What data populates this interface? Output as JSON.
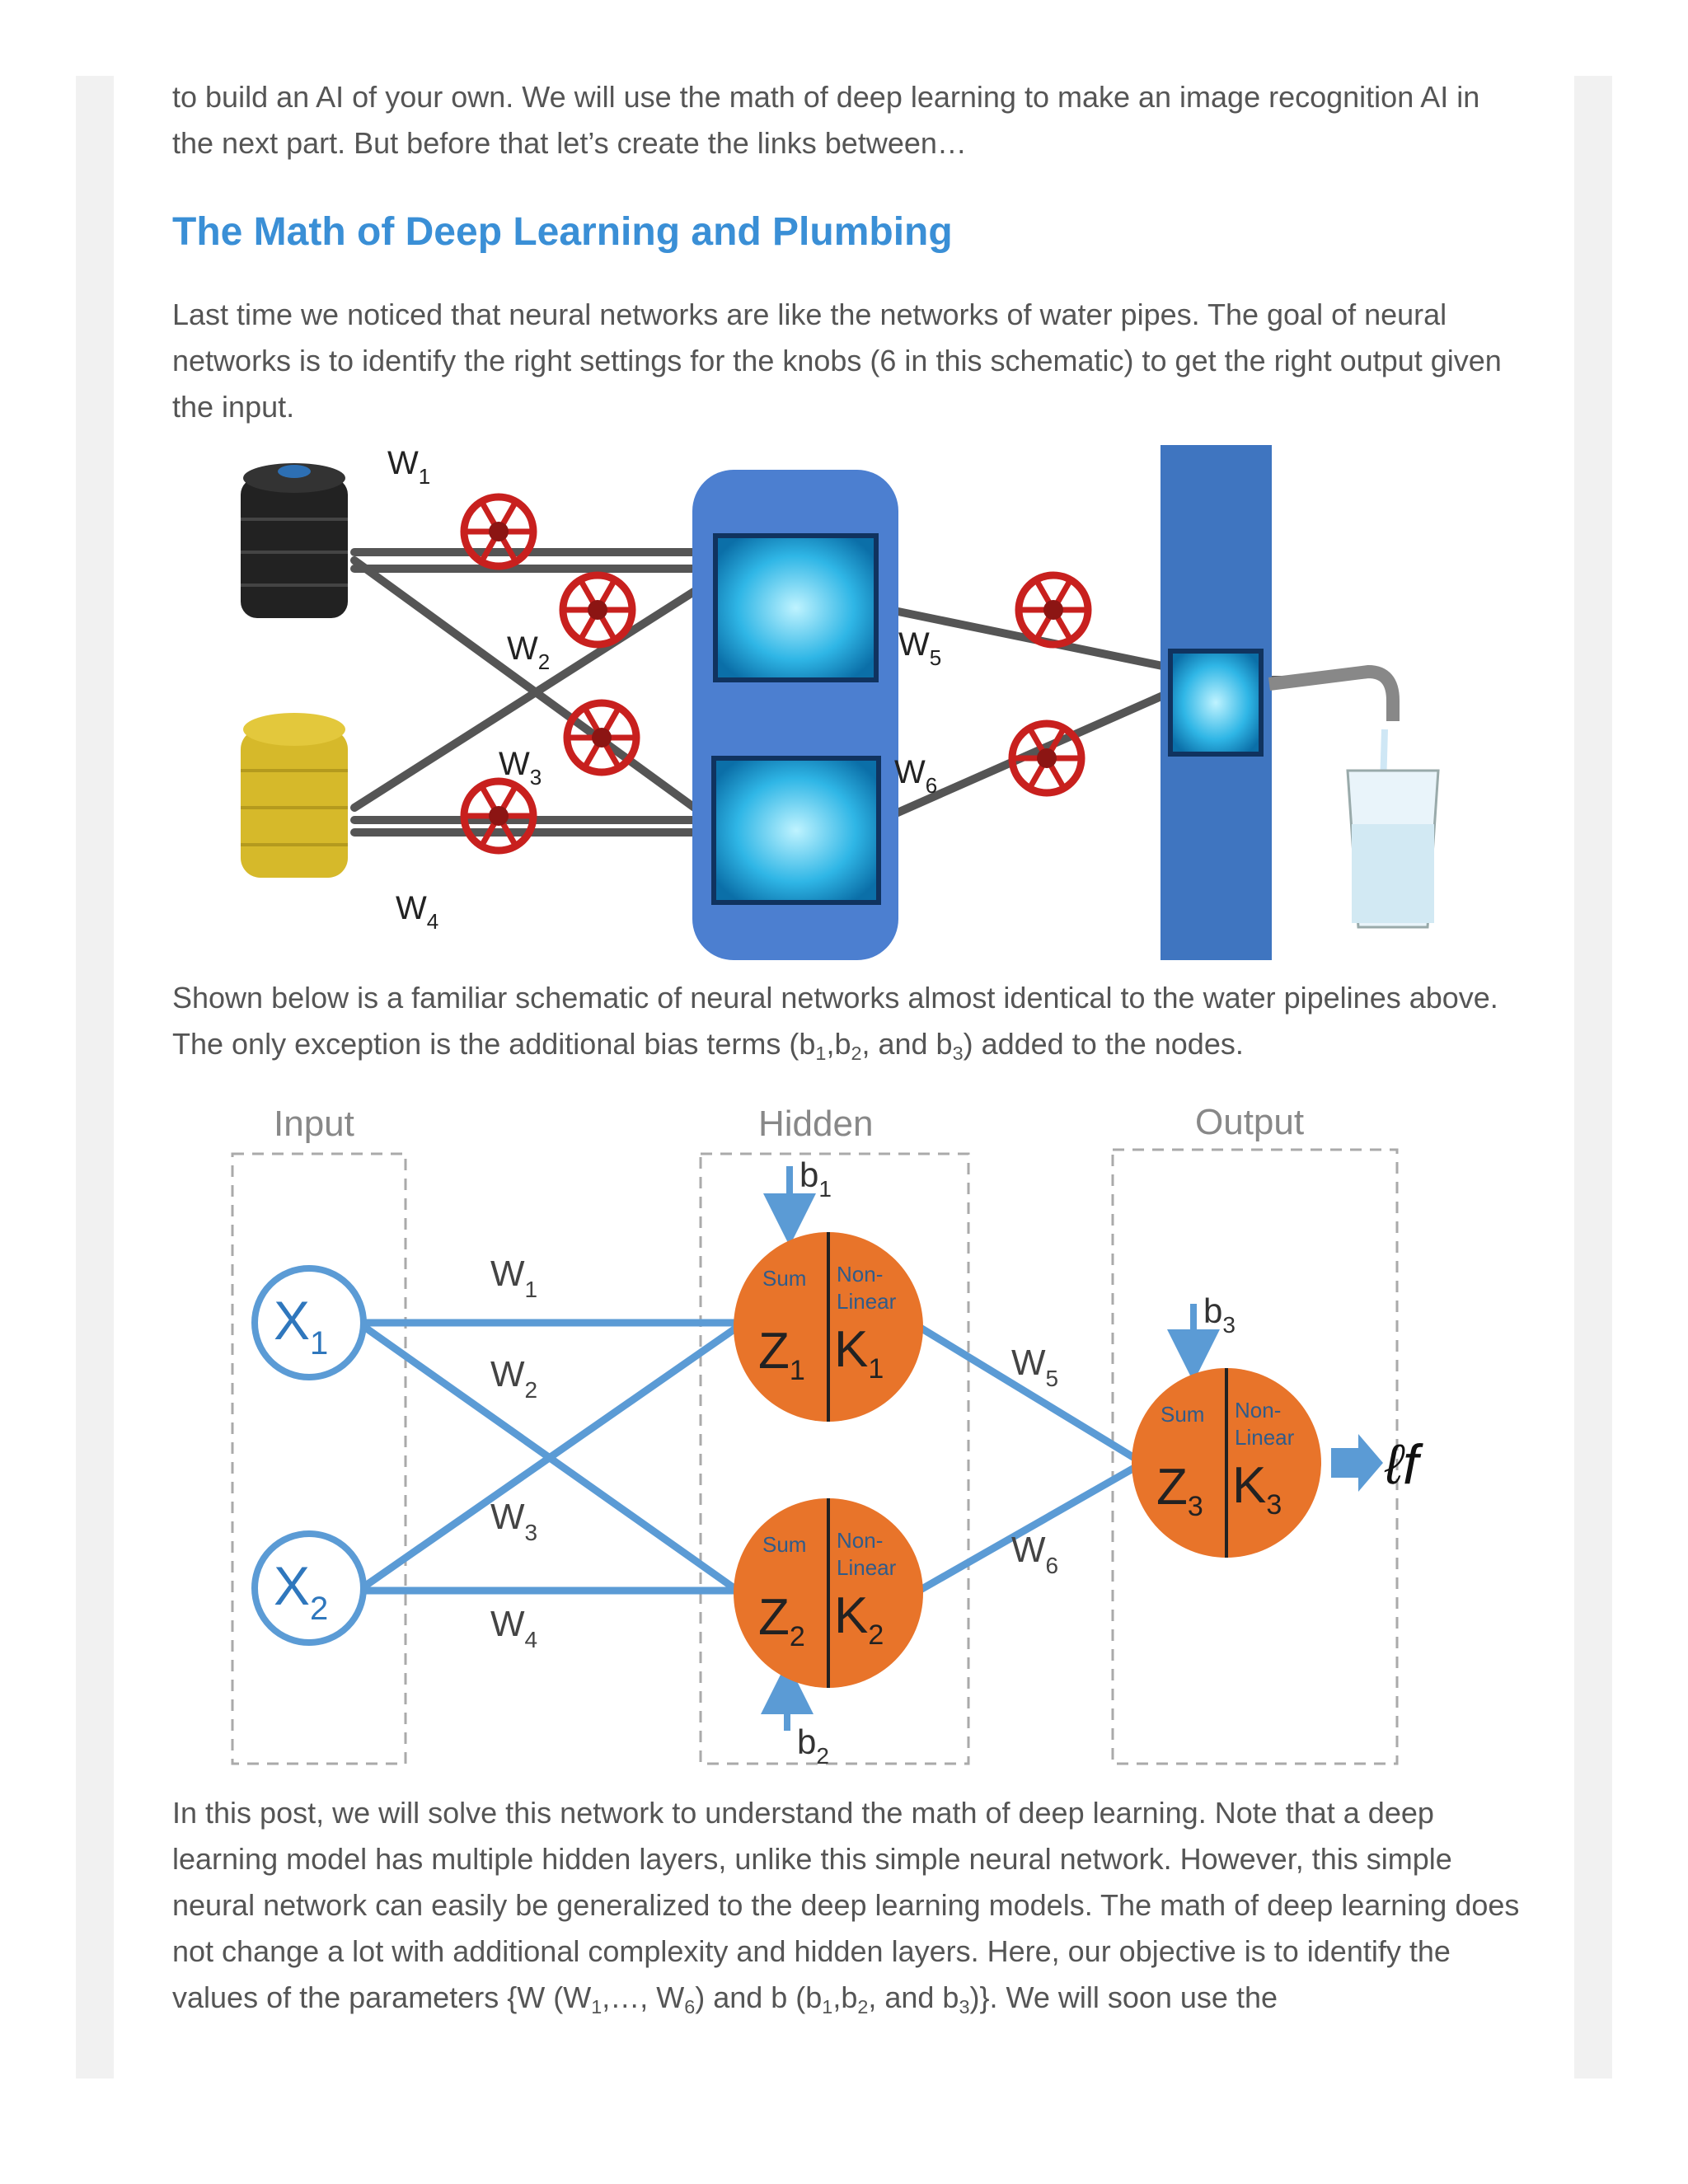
{
  "article": {
    "intro": "to build an AI of your own. We will use the math of deep learning to make an image recognition AI in the next part. But before that let’s create the links between…",
    "section_title": "The Math of Deep Learning and Plumbing",
    "para1": "Last time we noticed that neural networks are like the networks of water pipes. The goal of neural networks is to identify the right settings for the knobs (6 in this schematic) to get the right output given the input.",
    "para2_a": "Shown below is a familiar schematic of neural networks almost identical to the water pipelines above. The only exception is the additional bias terms (b",
    "para2_b": ",b",
    "para2_c": ", and b",
    "para2_d": ") added to the nodes.",
    "para3_a": "In this post, we will solve this network to understand the math of deep learning. Note that a deep learning model has multiple hidden layers, unlike this simple neural network. However, this simple neural network can easily be generalized to the deep learning models. The math of deep learning does not change a lot with additional complexity and hidden layers. Here, our objective is to identify the values of the parameters {W (W",
    "para3_b": ",…, W",
    "para3_c": ") and b (b",
    "para3_d": ",b",
    "para3_e": ", and b",
    "para3_f": ")}. We will soon use the",
    "sub_1": "1",
    "sub_2": "2",
    "sub_3": "3",
    "sub_6": "6"
  },
  "pipes_figure": {
    "valve_labels": [
      "W",
      "W",
      "W",
      "W",
      "W",
      "W"
    ],
    "valve_subs": [
      "1",
      "2",
      "3",
      "4",
      "5",
      "6"
    ],
    "colors": {
      "valve": "#c8201e",
      "tank_black": "#222222",
      "tank_yellow": "#d6b92a",
      "big_tank": "#4c7fd0",
      "column": "#3f75c0"
    }
  },
  "nn_diagram": {
    "layer_labels": {
      "input": "Input",
      "hidden": "Hidden",
      "output": "Output"
    },
    "inputs": [
      {
        "letter": "X",
        "sub": "1"
      },
      {
        "letter": "X",
        "sub": "2"
      }
    ],
    "weights": [
      {
        "letter": "W",
        "sub": "1"
      },
      {
        "letter": "W",
        "sub": "2"
      },
      {
        "letter": "W",
        "sub": "3"
      },
      {
        "letter": "W",
        "sub": "4"
      },
      {
        "letter": "W",
        "sub": "5"
      },
      {
        "letter": "W",
        "sub": "6"
      }
    ],
    "biases": [
      {
        "letter": "b",
        "sub": "1"
      },
      {
        "letter": "b",
        "sub": "2"
      },
      {
        "letter": "b",
        "sub": "3"
      }
    ],
    "nodes": [
      {
        "sum_label": "Sum",
        "nl_label_1": "Non-",
        "nl_label_2": "Linear",
        "z": "Z",
        "k": "K",
        "sub": "1"
      },
      {
        "sum_label": "Sum",
        "nl_label_1": "Non-",
        "nl_label_2": "Linear",
        "z": "Z",
        "k": "K",
        "sub": "2"
      },
      {
        "sum_label": "Sum",
        "nl_label_1": "Non-",
        "nl_label_2": "Linear",
        "z": "Z",
        "k": "K",
        "sub": "3"
      }
    ],
    "output_symbol": "ℓf",
    "colors": {
      "node": "#e8742a",
      "line": "#5b9bd5",
      "box": "#aaaaaa",
      "text": "#444444",
      "input_text": "#2f77bd"
    }
  }
}
